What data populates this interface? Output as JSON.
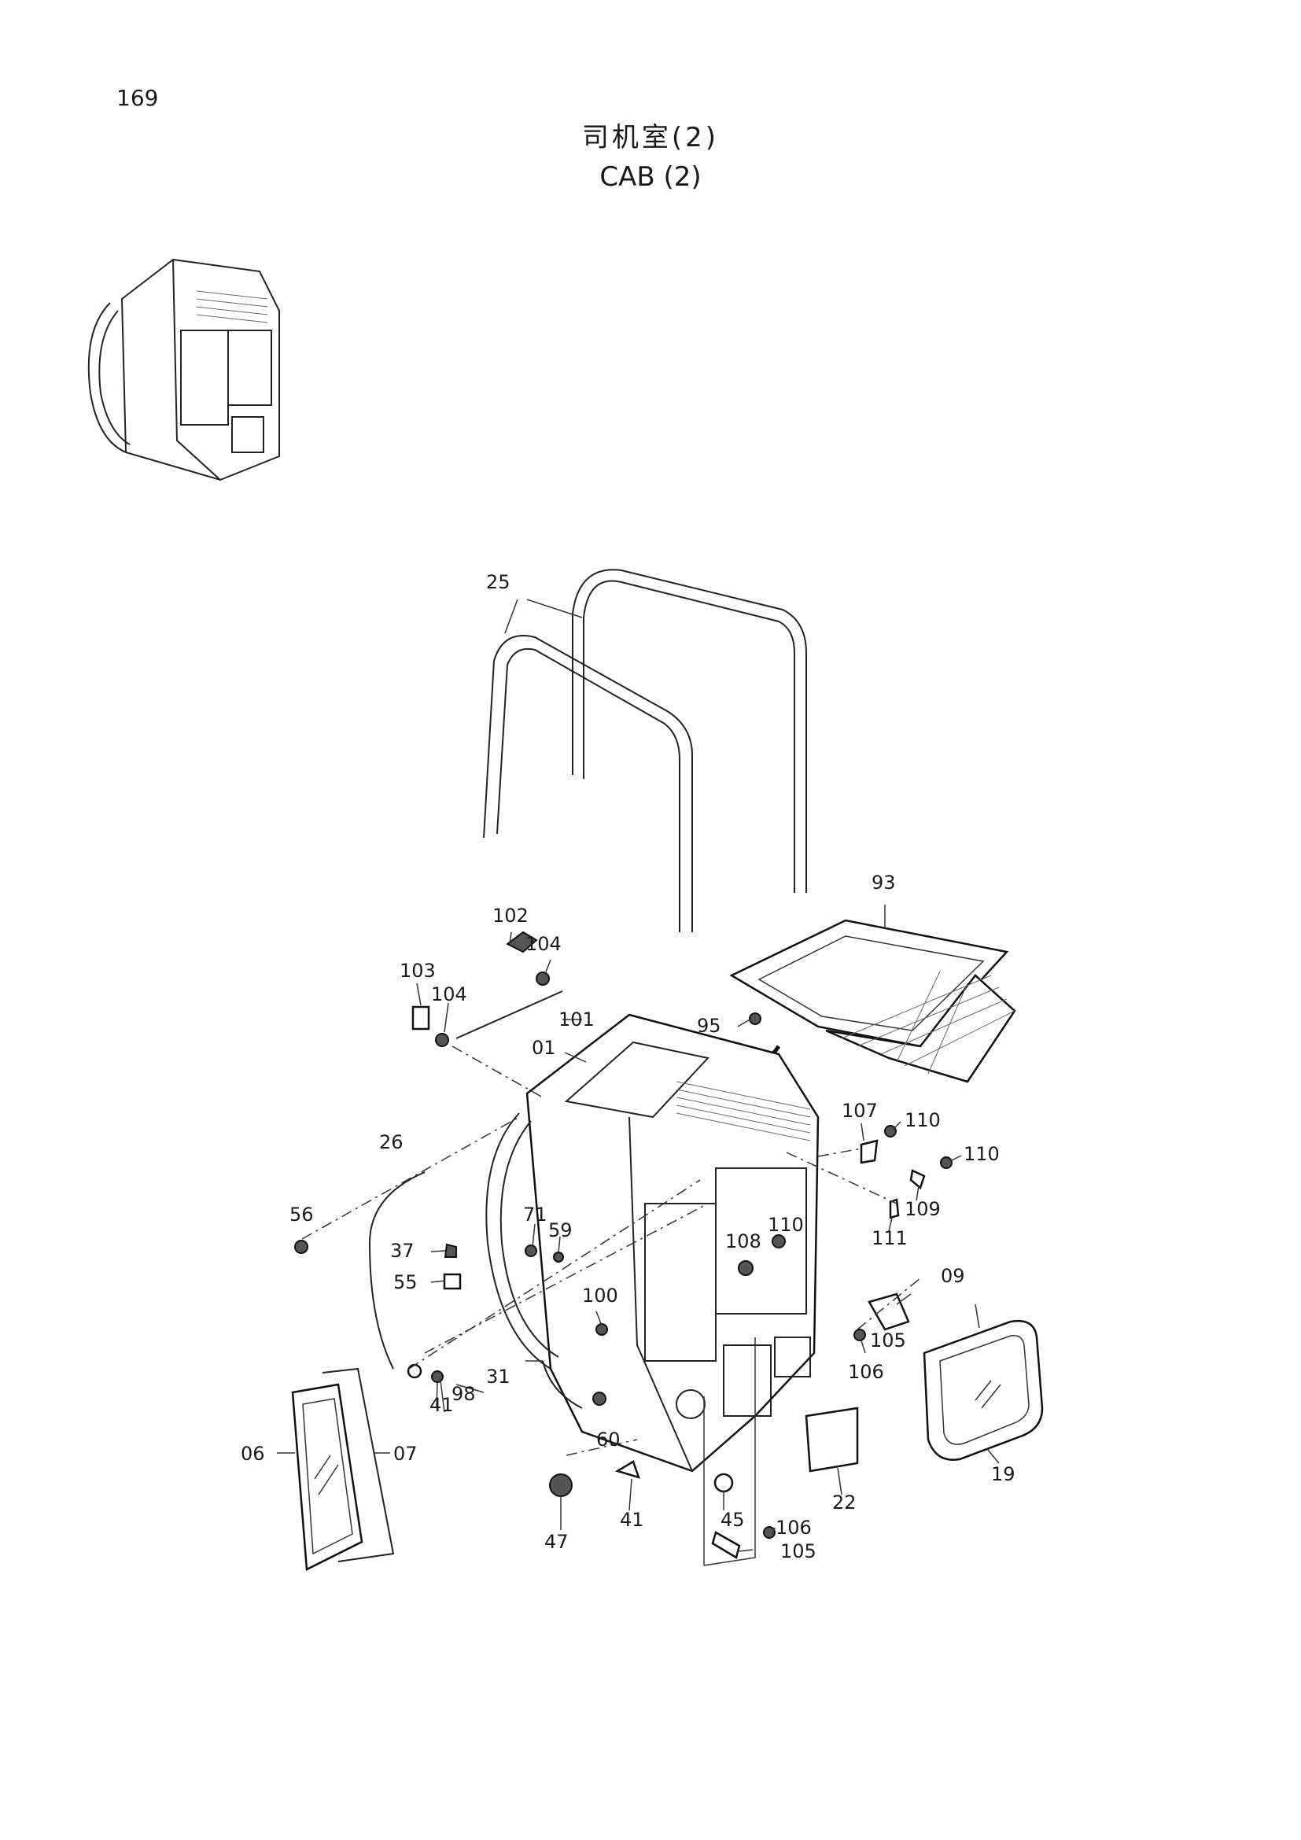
{
  "page_number": "169",
  "title_cn": "司机室(2)",
  "title_en": "CAB (2)",
  "callouts": [
    "25",
    "93",
    "102",
    "104",
    "103",
    "104",
    "101",
    "95",
    "01",
    "107",
    "110",
    "110",
    "26",
    "109",
    "56",
    "71",
    "59",
    "110",
    "111",
    "37",
    "108",
    "55",
    "100",
    "09",
    "105",
    "41",
    "98",
    "106",
    "31",
    "60",
    "06",
    "07",
    "19",
    "22",
    "41",
    "45",
    "47",
    "106",
    "105"
  ]
}
